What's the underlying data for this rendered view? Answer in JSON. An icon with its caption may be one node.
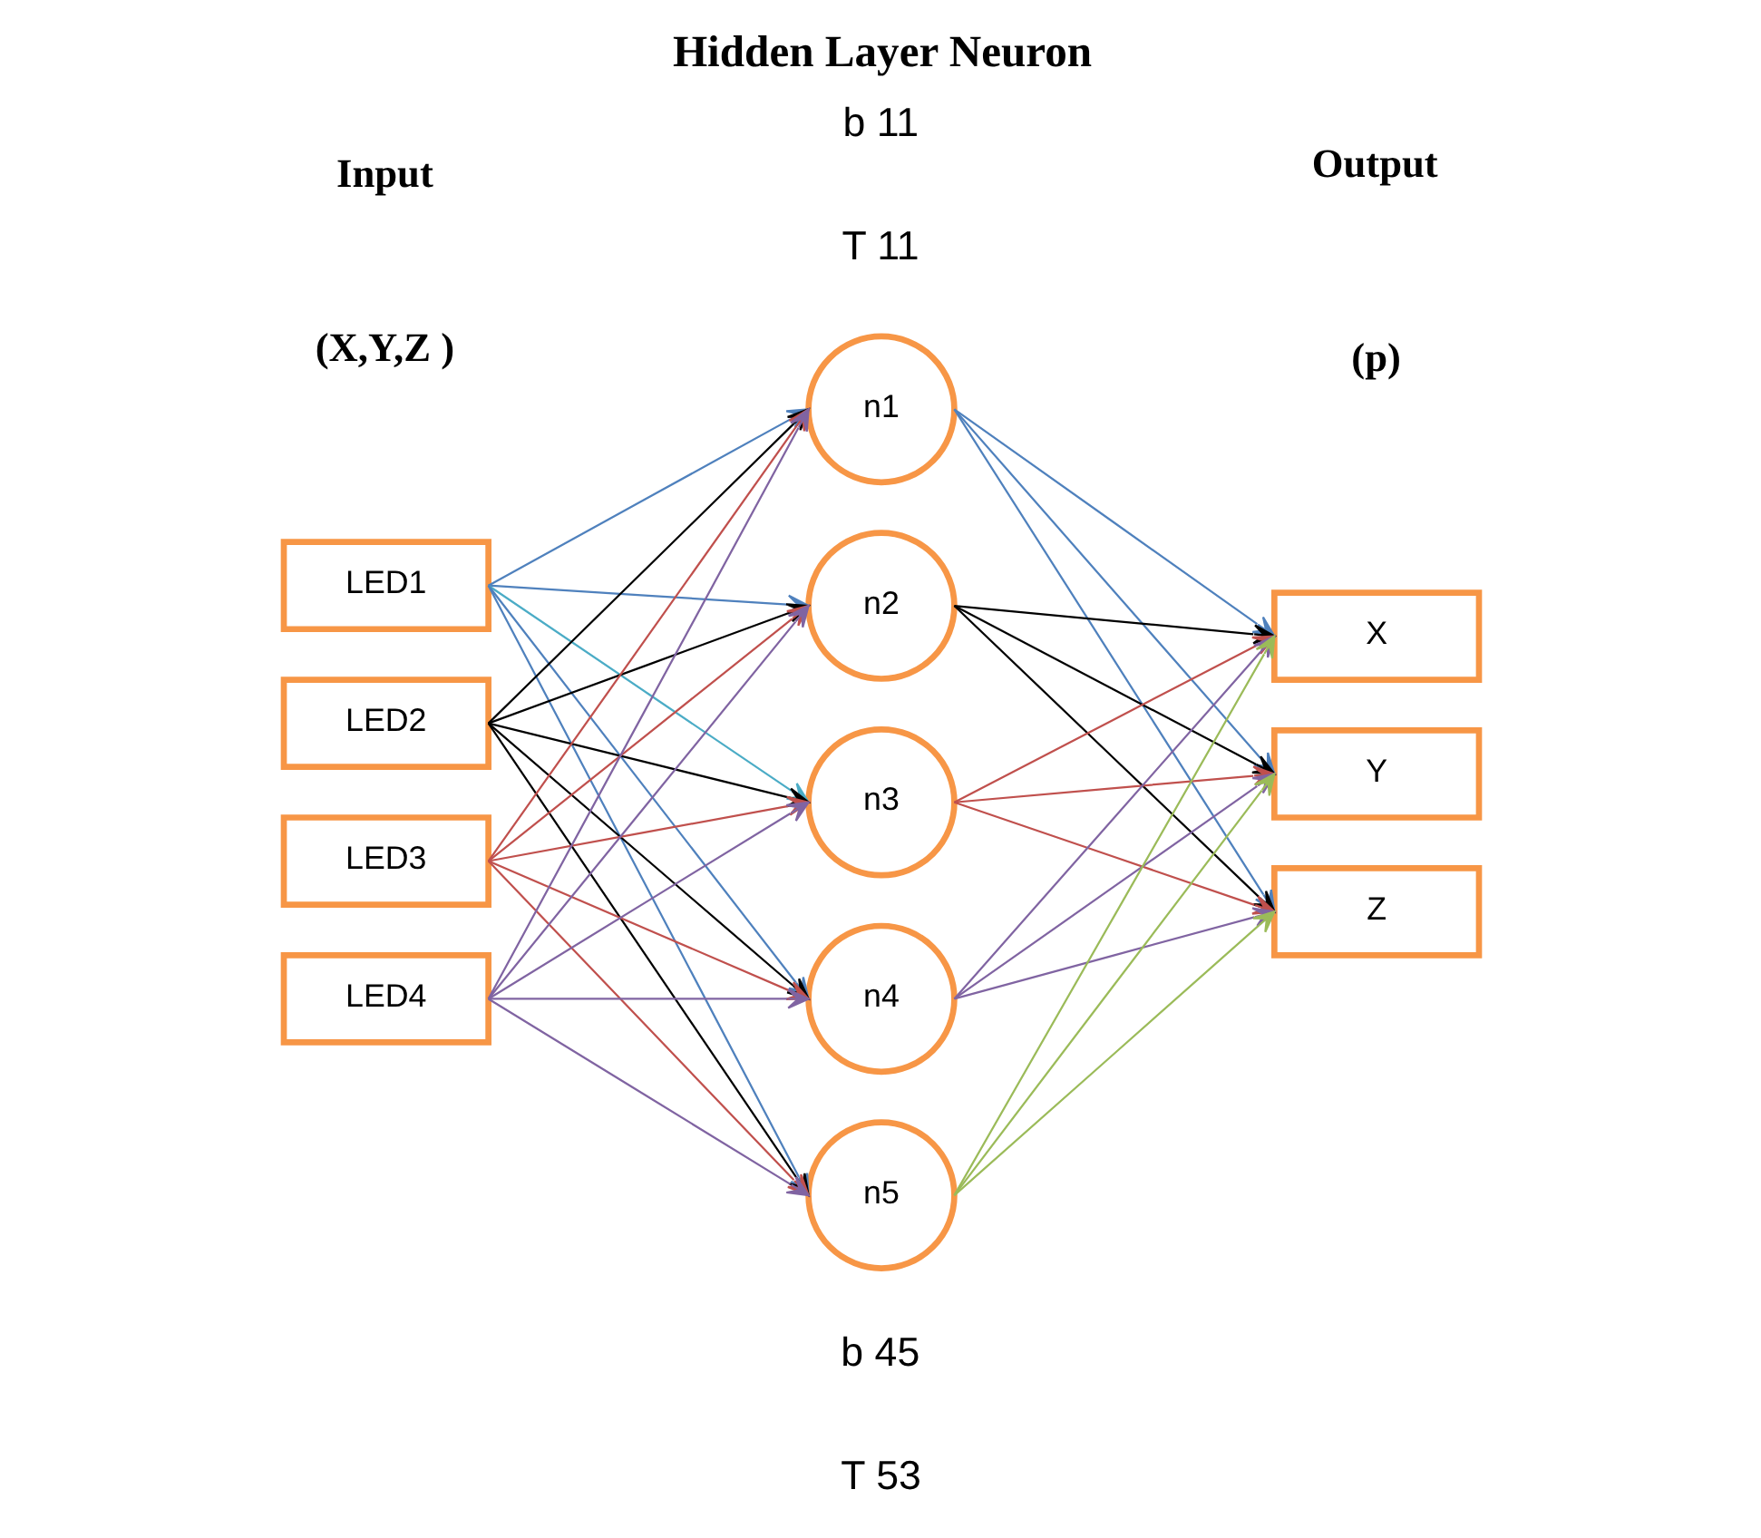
{
  "diagram": {
    "title": "Hidden Layer Neuron",
    "nodes": [
      {
        "text": [
          "LED1"
        ]
      },
      {
        "text": [
          "LED2"
        ]
      },
      {
        "text": [
          "LED3"
        ]
      },
      {
        "text": [
          "LED4"
        ]
      },
      {
        "text": [
          "n1"
        ]
      },
      {
        "text": [
          "n2"
        ]
      },
      {
        "text": [
          "n3"
        ]
      },
      {
        "text": [
          "n4"
        ]
      },
      {
        "text": [
          "n5"
        ]
      },
      {
        "text": [
          "X"
        ]
      },
      {
        "text": [
          "Y"
        ]
      },
      {
        "text": [
          "Z"
        ]
      }
    ],
    "edges": [
      {
        "from": 0,
        "to": 4,
        "arrow": "to",
        "color": "#4f81bd"
      },
      {
        "from": 0,
        "to": 5,
        "arrow": "to",
        "color": "#4f81bd"
      },
      {
        "from": 0,
        "to": 6,
        "arrow": "to",
        "color": "#4bacc6"
      },
      {
        "from": 0,
        "to": 7,
        "arrow": "to",
        "color": "#4f81bd"
      },
      {
        "from": 0,
        "to": 8,
        "arrow": "to",
        "color": "#4f81bd"
      },
      {
        "from": 1,
        "to": 4,
        "arrow": "to"
      },
      {
        "from": 1,
        "to": 5,
        "arrow": "to"
      },
      {
        "from": 1,
        "to": 6,
        "arrow": "to"
      },
      {
        "from": 1,
        "to": 7,
        "arrow": "to"
      },
      {
        "from": 1,
        "to": 8,
        "arrow": "to"
      },
      {
        "from": 2,
        "to": 4,
        "arrow": "to",
        "color": "#c0504d"
      },
      {
        "from": 2,
        "to": 5,
        "arrow": "to",
        "color": "#c0504d"
      },
      {
        "from": 2,
        "to": 6,
        "arrow": "to",
        "color": "#c0504d"
      },
      {
        "from": 2,
        "to": 7,
        "arrow": "to",
        "color": "#c0504d"
      },
      {
        "from": 2,
        "to": 8,
        "arrow": "to",
        "color": "#c0504d"
      },
      {
        "from": 3,
        "to": 4,
        "arrow": "to",
        "color": "#8064a2"
      },
      {
        "from": 3,
        "to": 5,
        "arrow": "to",
        "color": "#8064a2"
      },
      {
        "from": 3,
        "to": 6,
        "arrow": "to",
        "color": "#8064a2"
      },
      {
        "from": 3,
        "to": 7,
        "arrow": "to",
        "color": "#8064a2"
      },
      {
        "from": 3,
        "to": 8,
        "arrow": "to",
        "color": "#8064a2"
      },
      {
        "from": 4,
        "to": 9,
        "arrow": "to",
        "color": "#4f81bd"
      },
      {
        "from": 4,
        "to": 10,
        "arrow": "to",
        "color": "#4f81bd"
      },
      {
        "from": 4,
        "to": 11,
        "arrow": "to",
        "color": "#4f81bd"
      },
      {
        "from": 5,
        "to": 9,
        "arrow": "to"
      },
      {
        "from": 5,
        "to": 10,
        "arrow": "to"
      },
      {
        "from": 5,
        "to": 11,
        "arrow": "to"
      },
      {
        "from": 6,
        "to": 9,
        "arrow": "to",
        "color": "#c0504d"
      },
      {
        "from": 6,
        "to": 10,
        "arrow": "to",
        "color": "#c0504d"
      },
      {
        "from": 6,
        "to": 11,
        "arrow": "to",
        "color": "#c0504d"
      },
      {
        "from": 7,
        "to": 9,
        "arrow": "to",
        "color": "#8064a2"
      },
      {
        "from": 7,
        "to": 10,
        "arrow": "to",
        "color": "#8064a2"
      },
      {
        "from": 7,
        "to": 11,
        "arrow": "to",
        "color": "#8064a2"
      },
      {
        "from": 8,
        "to": 9,
        "arrow": "to",
        "color": "#9bbb59"
      },
      {
        "from": 8,
        "to": 10,
        "arrow": "to",
        "color": "#9bbb59"
      },
      {
        "from": 8,
        "to": 11,
        "arrow": "to",
        "color": "#9bbb59"
      }
    ],
    "labels": [
      "Input",
      "Output",
      "(X,Y,Z )",
      "b 11",
      "(p)",
      "T 11",
      "b 45",
      "T 53"
    ]
  }
}
